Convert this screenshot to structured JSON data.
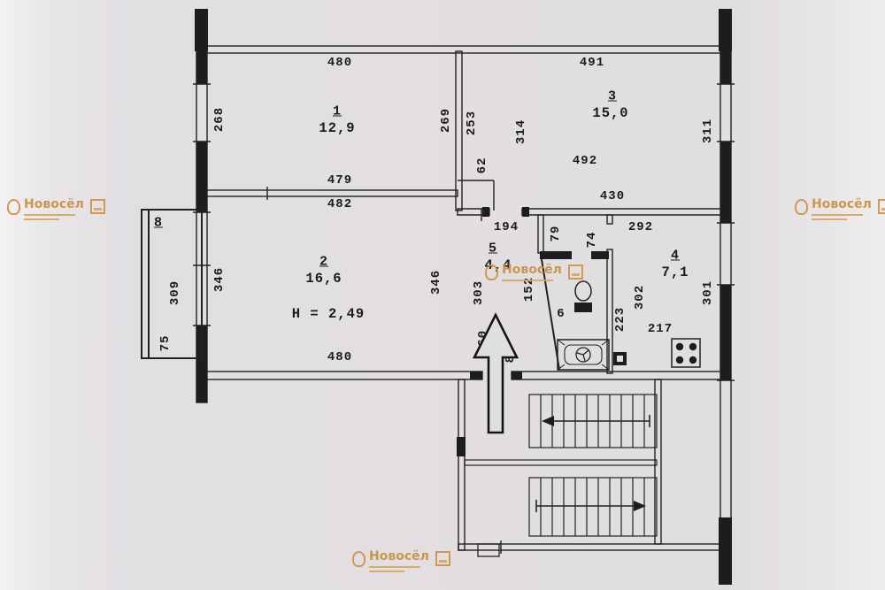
{
  "watermark": {
    "name": "Новосёл"
  },
  "plan": {
    "ceiling_height": "Н = 2,49",
    "rooms": [
      {
        "number": "1",
        "area": "12,9"
      },
      {
        "number": "2",
        "area": "16,6"
      },
      {
        "number": "3",
        "area": "15,0"
      },
      {
        "number": "4",
        "area": "7,1"
      },
      {
        "number": "5",
        "area": "4,4"
      },
      {
        "number": "6",
        "area": ""
      },
      {
        "number": "8",
        "area": ""
      }
    ],
    "dims": {
      "room1_top": "480",
      "room3_top": "491",
      "room1_left": "268",
      "room1_right": "269",
      "shaft_height": "253",
      "room3_height": "314",
      "room3_right": "311",
      "room3_mid": "492",
      "room1_bottom": "479",
      "room2_top": "482",
      "room3_bottom": "430",
      "hall_top": "194",
      "closet_width": "62",
      "door1": "79",
      "door2": "74",
      "kitchen_top": "292",
      "room2_left": "346",
      "room2_right": "346",
      "balcony_height": "309",
      "balcony_width": "75",
      "hall_left": "303",
      "hall_right": "152",
      "kitchen_left": "223",
      "kitchen_mid": "302",
      "kitchen_right": "301",
      "kitchen_bottom": "217",
      "room2_bottom": "480",
      "entry_left": "160",
      "entry_right": "80"
    }
  }
}
